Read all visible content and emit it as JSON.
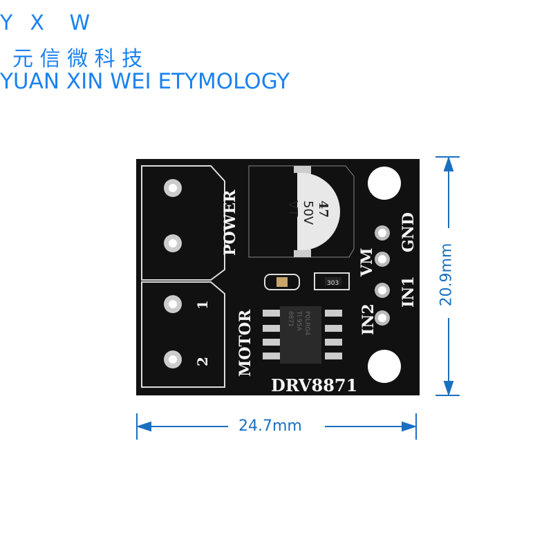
{
  "brand": {
    "initials": "Y  X   W",
    "chinese_name": "元 信 微 科 技",
    "english_name": "YUAN XIN WEI ETYMOLOGY"
  },
  "board": {
    "model": "DRV8871",
    "motor_label": "MOTOR",
    "power_label": "POWER",
    "terminal_pins": [
      "1",
      "2"
    ],
    "header_pins": [
      "GND",
      "VM",
      "IN1",
      "IN2"
    ],
    "capacitor_marking": [
      "47",
      "50V",
      "VT"
    ],
    "resistor_marking": "303",
    "chip_marking": [
      "8871",
      "TI 95A",
      "P0LRG4"
    ]
  },
  "dimensions": {
    "width": "24.7mm",
    "height": "20.9mm"
  },
  "colors": {
    "brand_blue": "#1a82f0",
    "dimension_blue": "#1a6fc0",
    "pcb_black": "#111111"
  }
}
